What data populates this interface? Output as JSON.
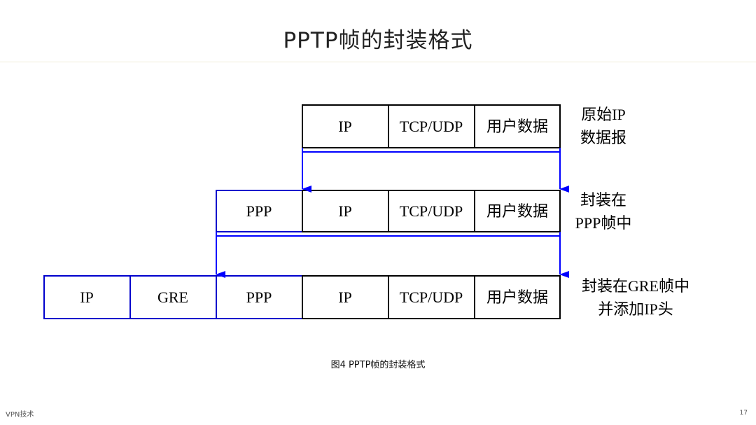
{
  "slide": {
    "title": "PPTP帧的封装格式",
    "caption": "图4  PPTP帧的封装格式",
    "footer_left": "VPN技术",
    "page_number": "17"
  },
  "colors": {
    "black_box": "#000000",
    "blue_box": "#0000cc",
    "arrow": "#0000ff"
  },
  "diagram": {
    "rows": [
      {
        "cells": [
          "IP",
          "TCP/UDP",
          "用户数据"
        ],
        "label_lines": [
          "原始IP",
          "数据报"
        ]
      },
      {
        "cells": [
          "PPP",
          "IP",
          "TCP/UDP",
          "用户数据"
        ],
        "label_lines": [
          "封装在",
          "PPP帧中"
        ]
      },
      {
        "cells": [
          "IP",
          "GRE",
          "PPP",
          "IP",
          "TCP/UDP",
          "用户数据"
        ],
        "label_lines": [
          "封装在GRE帧中",
          "并添加IP头"
        ]
      }
    ]
  }
}
